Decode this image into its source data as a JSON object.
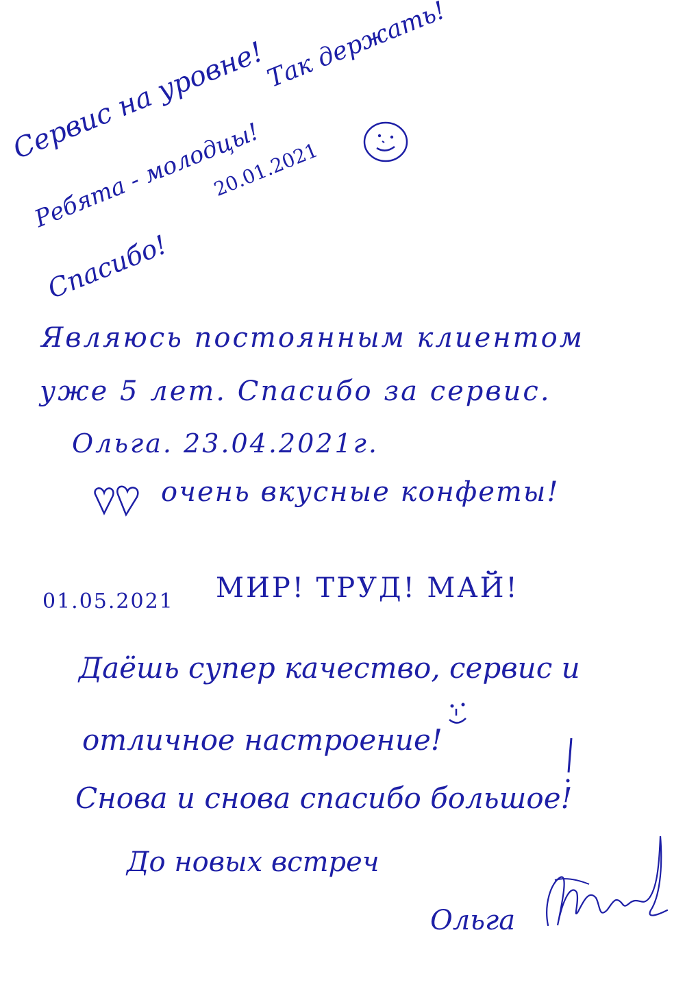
{
  "entries": [
    {
      "lines": [
        "Сервис на уровне!",
        "Так держать!",
        "Ребята - молодцы!",
        "Спасибо!"
      ],
      "date": "20.01.2021",
      "icon": "smiley-icon"
    },
    {
      "lines": [
        "Являюсь постоянным клиентом",
        "уже 5 лет. Спасибо за сервис.",
        "Ольга. 23.04.2021г.",
        "очень вкусные конфеты!"
      ],
      "icon": "hearts-icon"
    },
    {
      "date": "01.05.2021",
      "lines": [
        "МИР! ТРУД! МАЙ!",
        "Даёшь супер качество, сервис и",
        "отличное настроение!",
        "Снова и снова спасибо большое!",
        "До новых встреч"
      ],
      "name": "Ольга",
      "icon": "smiley-icon"
    }
  ],
  "colors": {
    "ink": "#1d1fa6",
    "paper": "#ffffff"
  }
}
